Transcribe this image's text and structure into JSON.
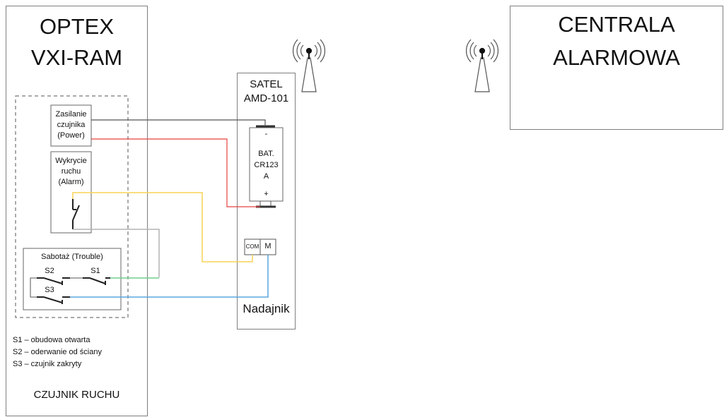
{
  "sensor": {
    "title_line1": "OPTEX",
    "title_line2": "VXI-RAM",
    "power_block": "Zasilanie\nczujnika\n(Power)",
    "alarm_block": "Wykrycie\nruchu\n(Alarm)",
    "tamper_block_title": "Sabotaż (Trouble)",
    "switch_labels": {
      "s1": "S1",
      "s2": "S2",
      "s3": "S3"
    },
    "legend": [
      "S1 – obudowa otwarta",
      "S2 – oderwanie od ściany",
      "S3 – czujnik zakryty"
    ],
    "footer": "CZUJNIK RUCHU"
  },
  "transmitter": {
    "title_line1": "SATEL",
    "title_line2": "AMD-101",
    "battery": {
      "minus": "-",
      "label": "BAT.\nCR123\nA",
      "plus": "+"
    },
    "terminal_com": "COM",
    "terminal_m": "M",
    "footer": "Nadajnik"
  },
  "panel": {
    "title_line1": "CENTRALA",
    "title_line2": "ALARMOWA"
  },
  "icons": {
    "antenna_transmitter": "radio-tower-icon",
    "antenna_panel": "radio-tower-icon"
  },
  "wire_colors": {
    "ground": "#555555",
    "power": "#e8423f",
    "alarm": "#f9d354",
    "tamper_link": "#b3b3b3",
    "tamper_s1": "#6fcf8c",
    "tamper_s3": "#5aa6de"
  }
}
